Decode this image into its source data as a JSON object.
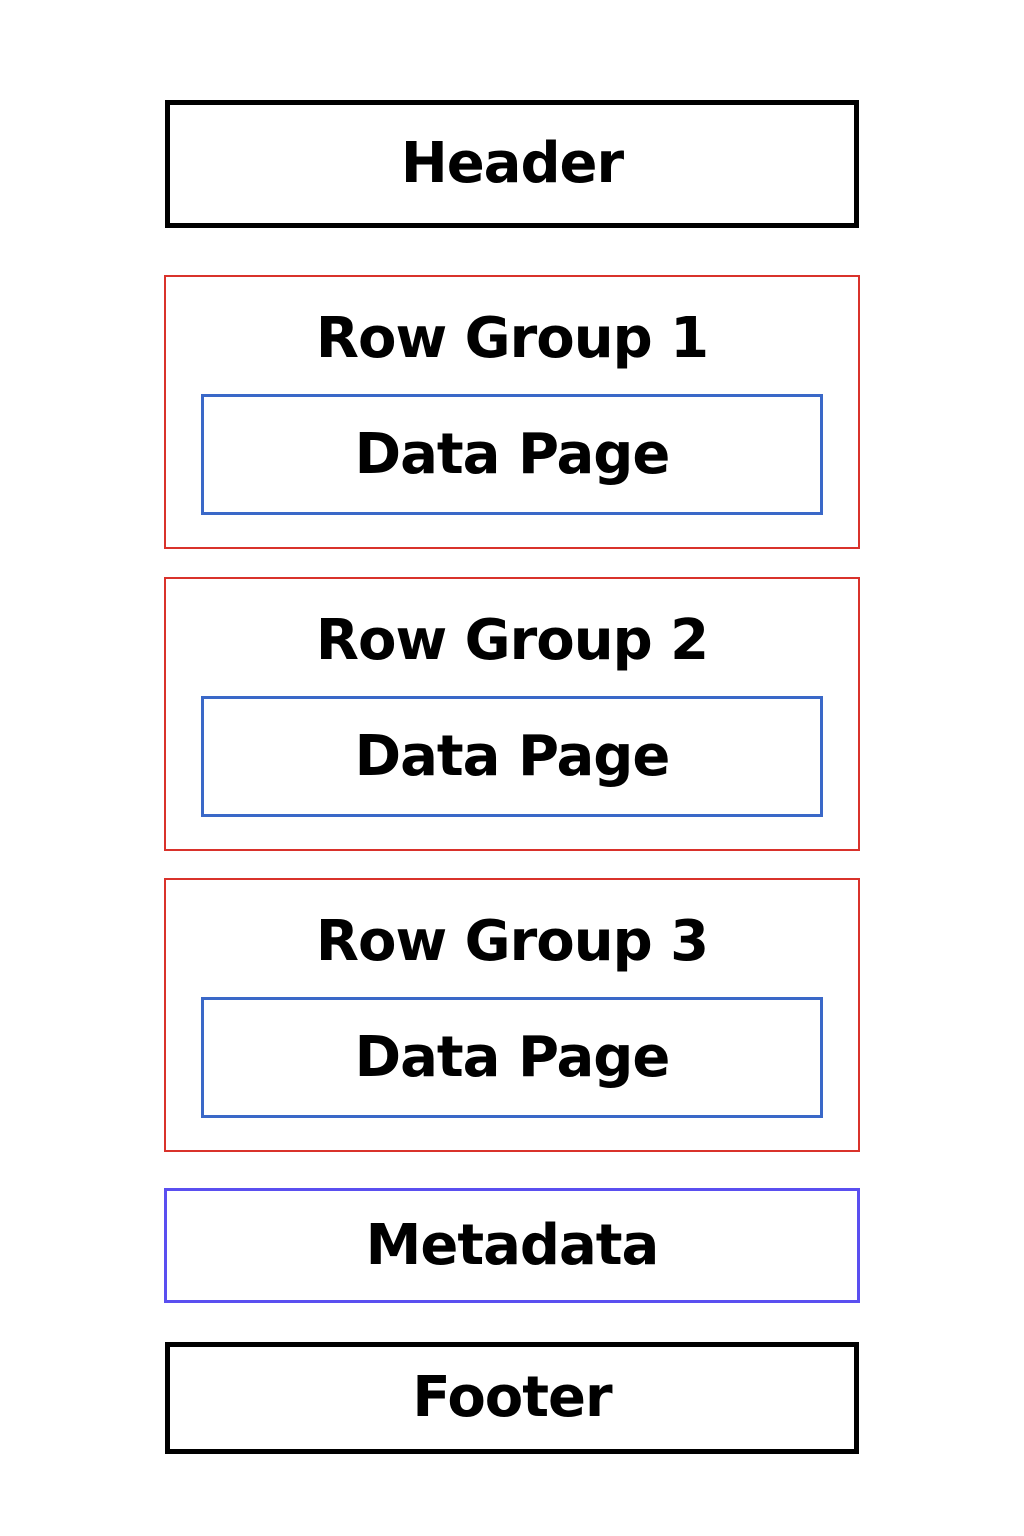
{
  "diagram": {
    "header": {
      "label": "Header"
    },
    "row_groups": [
      {
        "label": "Row Group 1",
        "data_page": "Data Page"
      },
      {
        "label": "Row Group 2",
        "data_page": "Data Page"
      },
      {
        "label": "Row Group 3",
        "data_page": "Data Page"
      }
    ],
    "metadata": {
      "label": "Metadata"
    },
    "footer": {
      "label": "Footer"
    },
    "colors": {
      "header_border": "#000000",
      "row_group_border": "#d9322b",
      "data_page_border": "#3a68c8",
      "metadata_border": "#5a4ff0",
      "footer_border": "#000000",
      "text": "#000000",
      "background": "#ffffff"
    }
  }
}
